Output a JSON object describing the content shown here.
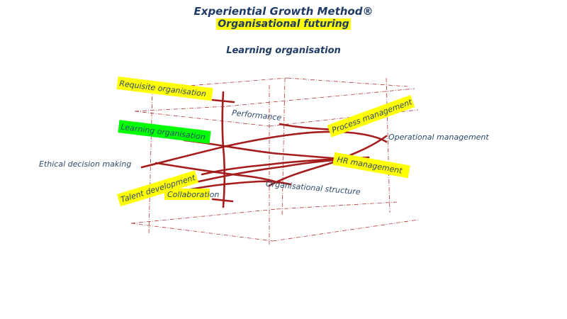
{
  "header": {
    "title": "Experiential Growth Method®",
    "subtitle": "Organisational futuring",
    "section": "Learning organisation"
  },
  "labels": {
    "requisite": "Requisite organisation",
    "learning": "Learning organisation",
    "ethical": "Ethical decision making",
    "talent": "Talent development",
    "collaboration": "Collaboration",
    "performance": "Performance",
    "process": "Process management",
    "operational": "Operational management",
    "hr": "HR management",
    "structure": "Organisational structure"
  },
  "colors": {
    "highlight_yellow": "#ffff00",
    "highlight_green": "#00ff00",
    "line_red": "#a51c1c",
    "dashed_red": "#b03a3a",
    "text_blue": "#2c4a6b"
  }
}
